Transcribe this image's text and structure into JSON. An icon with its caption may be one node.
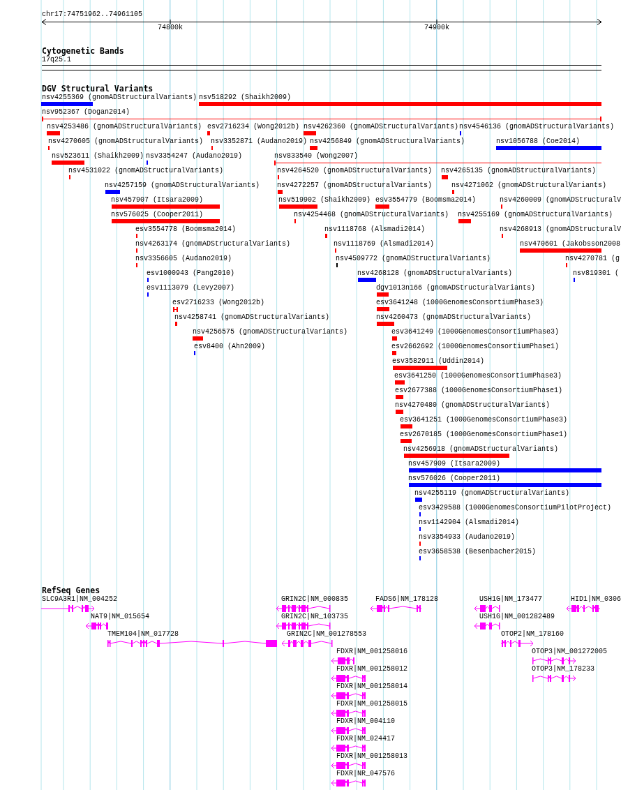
{
  "diagram": {
    "labels": [
      "chr17:74751962..74961105",
      "74800k",
      "74900k",
      "Cytogenetic Bands",
      "17q25.1",
      "DGV Structural Variants",
      "nsv4255369 (gnomADStructuralVariants)",
      "nsv518292 (Shaikh2009)",
      "nsv952367 (Dogan2014)",
      "nsv4253486 (gnomADStructuralVariants)",
      "esv2716234 (Wong2012b)",
      "nsv4262360 (gnomADStructuralVariants)",
      "nsv4546136 (gnomADStructuralVariants)",
      "nsv4270605 (gnomADStructuralVariants)",
      "nsv3352871 (Audano2019)",
      "nsv4256849 (gnomADStructuralVariants)",
      "nsv1056788 (Coe2014)",
      "nsv523611 (Shaikh2009)",
      "nsv3354247 (Audano2019)",
      "nsv833540 (Wong2007)",
      "nsv4531022 (gnomADStructuralVariants)",
      "nsv4264520 (gnomADStructuralVariants)",
      "nsv4265135 (gnomADStructuralVariants)",
      "nsv4257159 (gnomADStructuralVariants)",
      "nsv4272257 (gnomADStructuralVariants)",
      "nsv4271062 (gnomADStructuralVariants)",
      "nsv457907 (Itsara2009)",
      "nsv519902 (Shaikh2009)",
      "esv3554779 (Boomsma2014)",
      "nsv4260009 (gnomADStructuralV",
      "nsv576025 (Cooper2011)",
      "nsv4254468 (gnomADStructuralVariants)",
      "nsv4255169 (gnomADStructuralVariants)",
      "esv3554778 (Boomsma2014)",
      "nsv1118768 (Alsmadi2014)",
      "nsv4268913 (gnomADStructuralV",
      "nsv4263174 (gnomADStructuralVariants)",
      "nsv1118769 (Alsmadi2014)",
      "nsv470601 (Jakobsson2008",
      "nsv3356605 (Audano2019)",
      "nsv4509772 (gnomADStructuralVariants)",
      "nsv4270781 (g",
      "esv1000943 (Pang2010)",
      "nsv4268128 (gnomADStructuralVariants)",
      "nsv819301 (",
      "esv1113079 (Levy2007)",
      "dgv1013n166 (gnomADStructuralVariants)",
      "esv2716233 (Wong2012b)",
      "esv3641248 (1000GenomesConsortiumPhase3)",
      "nsv4258741 (gnomADStructuralVariants)",
      "nsv4260473 (gnomADStructuralVariants)",
      "nsv4256575 (gnomADStructuralVariants)",
      "esv3641249 (1000GenomesConsortiumPhase3)",
      "esv8400 (Ahn2009)",
      "esv2662692 (1000GenomesConsortiumPhase1)",
      "esv3582911 (Uddin2014)",
      "esv3641250 (1000GenomesConsortiumPhase3)",
      "esv2677388 (1000GenomesConsortiumPhase1)",
      "nsv4270480 (gnomADStructuralVariants)",
      "esv3641251 (1000GenomesConsortiumPhase3)",
      "esv2670185 (1000GenomesConsortiumPhase1)",
      "nsv4256918 (gnomADStructuralVariants)",
      "nsv457909 (Itsara2009)",
      "nsv576026 (Cooper2011)",
      "nsv4255119 (gnomADStructuralVariants)",
      "esv3429588 (1000GenomesConsortiumPilotProject)",
      "nsv1142904 (Alsmadi2014)",
      "nsv3354933 (Audano2019)",
      "esv3658538 (Besenbacher2015)",
      "RefSeq Genes",
      "SLC9A3R1|NM_004252",
      "GRIN2C|NM_000835",
      "FADS6|NM_178128",
      "USH1G|NM_173477",
      "HID1|NM_0306",
      "NAT9|NM_015654",
      "GRIN2C|NR_103735",
      "USH1G|NM_001282489",
      "TMEM104|NM_017728",
      "GRIN2C|NM_001278553",
      "OTOP2|NM_178160",
      "FDXR|NM_001258016",
      "OTOP3|NM_001272005",
      "FDXR|NM_001258012",
      "OTOP3|NM_178233",
      "FDXR|NM_001258014",
      "FDXR|NM_001258015",
      "FDXR|NM_004110",
      "FDXR|NM_024417",
      "FDXR|NM_001258013",
      "FDXR|NR_047576"
    ]
  }
}
